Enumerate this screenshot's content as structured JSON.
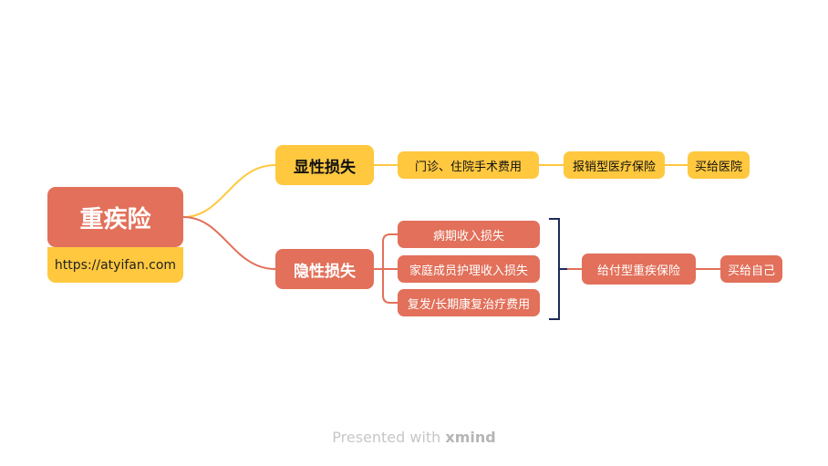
{
  "root": {
    "title": "重疾险",
    "url": "https://atyifan.com"
  },
  "branches": {
    "explicit": {
      "label": "显性损失",
      "item": "门诊、住院手术费用",
      "insurance": "报销型医疗保险",
      "result": "买给医院"
    },
    "implicit": {
      "label": "隐性损失",
      "items": [
        "病期收入损失",
        "家庭成员护理收入损失",
        "复发/长期康复治疗费用"
      ],
      "insurance": "给付型重疾保险",
      "result": "买给自己"
    }
  },
  "footer": {
    "prefix": "Presented with",
    "brand": "xmind"
  },
  "colors": {
    "primary_red": "#E2705A",
    "accent_yellow": "#FFC83F",
    "bracket_navy": "#1F2A5A"
  }
}
